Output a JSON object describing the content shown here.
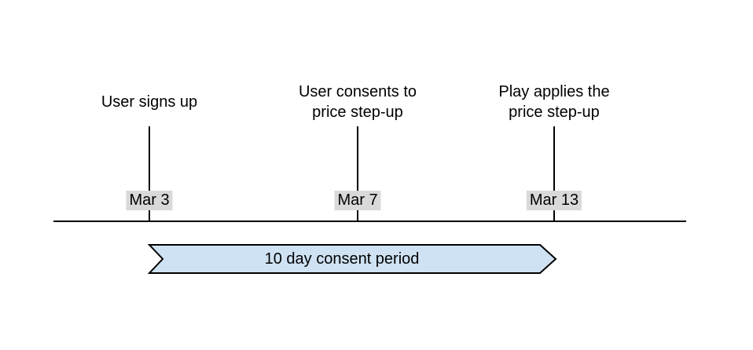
{
  "colors": {
    "background": "#ffffff",
    "line": "#000000",
    "text": "#000000",
    "date_chip_bg": "#d9d9d9",
    "banner_fill": "#cfe2f3",
    "banner_border": "#000000"
  },
  "events": [
    {
      "line1": "User signs up",
      "line2": "",
      "date": "Mar 3"
    },
    {
      "line1": "User consents to",
      "line2": "price step-up",
      "date": "Mar 7"
    },
    {
      "line1": "Play applies the",
      "line2": "price step-up",
      "date": "Mar 13"
    }
  ],
  "banner": {
    "label": "10 day consent period"
  }
}
